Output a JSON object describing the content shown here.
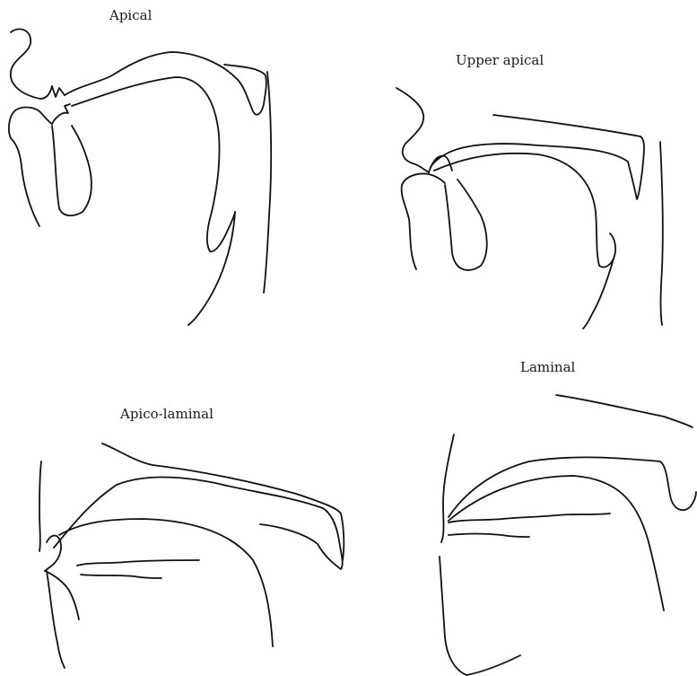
{
  "figure": {
    "panels": [
      {
        "id": "apical",
        "label": "Apical"
      },
      {
        "id": "upper-apical",
        "label": "Upper apical"
      },
      {
        "id": "apico-laminal",
        "label": "Apico-laminal"
      },
      {
        "id": "laminal",
        "label": "Laminal"
      }
    ],
    "stroke_color": "#111111",
    "background_color": "#ffffff"
  }
}
